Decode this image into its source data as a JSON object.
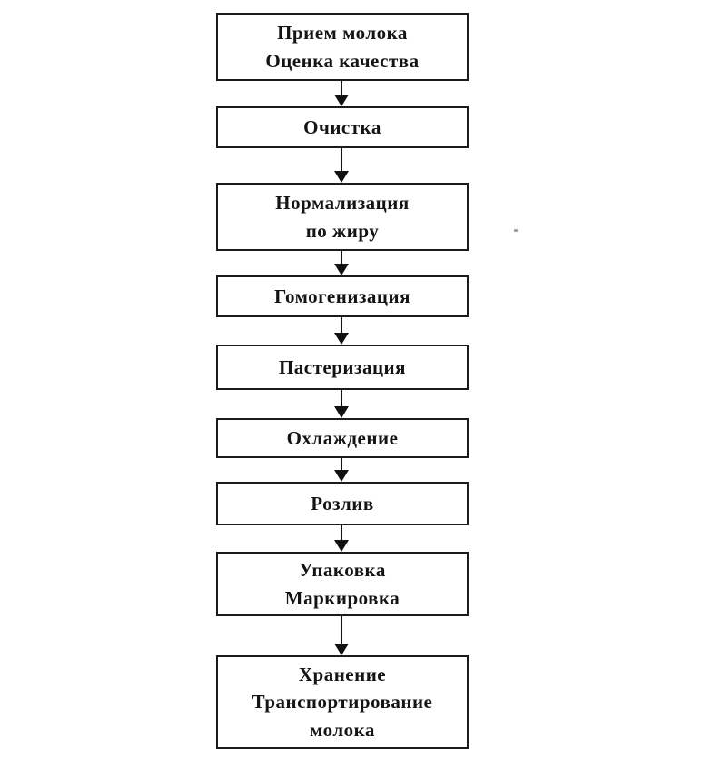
{
  "diagram": {
    "type": "flowchart",
    "orientation": "vertical",
    "topic": "Milk processing technological scheme",
    "colors": {
      "background": "#ffffff",
      "box_border": "#1b1b1b",
      "text": "#141414",
      "arrow": "#111111"
    },
    "steps": [
      {
        "id": "milk-reception",
        "label": "Прием молока\nОценка качества"
      },
      {
        "id": "cleaning",
        "label": "Очистка"
      },
      {
        "id": "normalization",
        "label": "Нормализация\nпо жиру"
      },
      {
        "id": "homogenization",
        "label": "Гомогенизация"
      },
      {
        "id": "pasteurization",
        "label": "Пастеризация"
      },
      {
        "id": "cooling",
        "label": "Охлаждение"
      },
      {
        "id": "bottling",
        "label": "Розлив"
      },
      {
        "id": "packaging",
        "label": "Упаковка\nМаркировка"
      },
      {
        "id": "storage",
        "label": "Хранение\nТранспортирование\nмолока"
      }
    ],
    "connections": [
      "milk-reception -> cleaning",
      "cleaning -> normalization",
      "normalization -> homogenization",
      "homogenization -> pasteurization",
      "pasteurization -> cooling",
      "cooling -> bottling",
      "bottling -> packaging",
      "packaging -> storage"
    ]
  }
}
